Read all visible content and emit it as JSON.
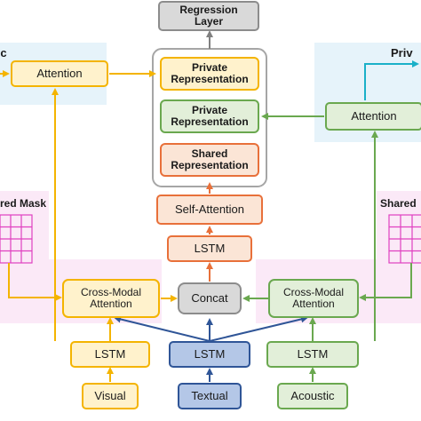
{
  "labels": {
    "regression_layer": "Regression\nLayer",
    "private_rep_top": "Private\nRepresentation",
    "private_rep_green": "Private\nRepresentation",
    "shared_rep": "Shared\nRepresentation",
    "self_attention": "Self-Attention",
    "lstm_center_top": "LSTM",
    "concat": "Concat",
    "cross_modal_left": "Cross-Modal\nAttention",
    "cross_modal_right": "Cross-Modal\nAttention",
    "attention_left": "Attention",
    "attention_right": "Attention",
    "lstm_left": "LSTM",
    "lstm_center": "LSTM",
    "lstm_right": "LSTM",
    "visual": "Visual",
    "textual": "Textual",
    "acoustic": "Acoustic",
    "left_mask_title": "red Mask",
    "left_edge_text": "c",
    "right_mask_title": "Shared",
    "right_top_title": "Priv"
  },
  "colors": {
    "yellow_fill": "#fff2cc",
    "yellow_border": "#f4b400",
    "green_fill": "#e2efd9",
    "green_border": "#6aa84f",
    "orange_fill": "#fbe5d6",
    "orange_border": "#e8703a",
    "blue_fill": "#b4c7e7",
    "blue_border": "#2f5597",
    "gray_fill": "#d9d9d9",
    "gray_border": "#8c8c8c",
    "cyan_bg": "#e6f3fa",
    "pink_bg": "#fbe9f7",
    "mask_pink": "#e040c0",
    "cyan_accent": "#1ab0c8"
  }
}
